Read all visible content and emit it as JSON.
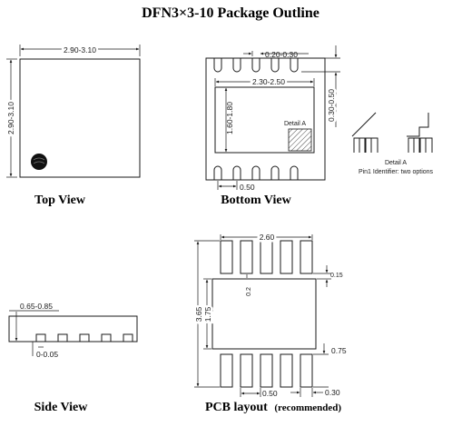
{
  "title": "DFN3×3-10 Package Outline",
  "top_view": {
    "caption": "Top View",
    "width_dim": "2.90-3.10",
    "height_dim": "2.90-3.10"
  },
  "bottom_view": {
    "caption": "Bottom View",
    "pad_width_dim": "0.20-0.30",
    "pad_length_dim": "0.30-0.50",
    "epad_width_dim": "2.30-2.50",
    "epad_height_dim": "1.60-1.80",
    "pitch_dim": "0.50",
    "detail_label": "Detail A"
  },
  "detail": {
    "label": "Detail A",
    "note": "Pin1 Identifier: two options"
  },
  "side_view": {
    "caption": "Side View",
    "height_dim": "0.65-0.85",
    "standoff_dim": "0-0.05"
  },
  "pcb_layout": {
    "caption": "PCB layout",
    "caption_note": "(recommended)",
    "width_dim": "2.60",
    "gap_dim": "0.15",
    "pad_gap_dim": "0.2",
    "total_height_dim": "3.65",
    "epad_height_dim": "1.75",
    "pad_length_dim": "0.75",
    "pitch_dim": "0.50",
    "pad_width_dim": "0.30"
  }
}
